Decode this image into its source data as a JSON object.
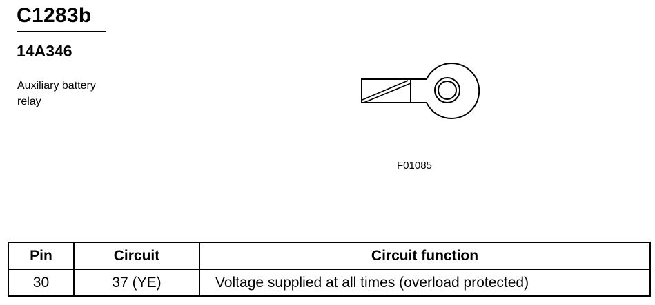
{
  "connector": {
    "id": "C1283b",
    "part_number": "14A346",
    "description": "Auxiliary battery relay"
  },
  "figure": {
    "code": "F01085"
  },
  "pin_table": {
    "headers": [
      "Pin",
      "Circuit",
      "Circuit function"
    ],
    "rows": [
      [
        "30",
        "37 (YE)",
        "Voltage supplied at all times (overload protected)"
      ]
    ]
  }
}
